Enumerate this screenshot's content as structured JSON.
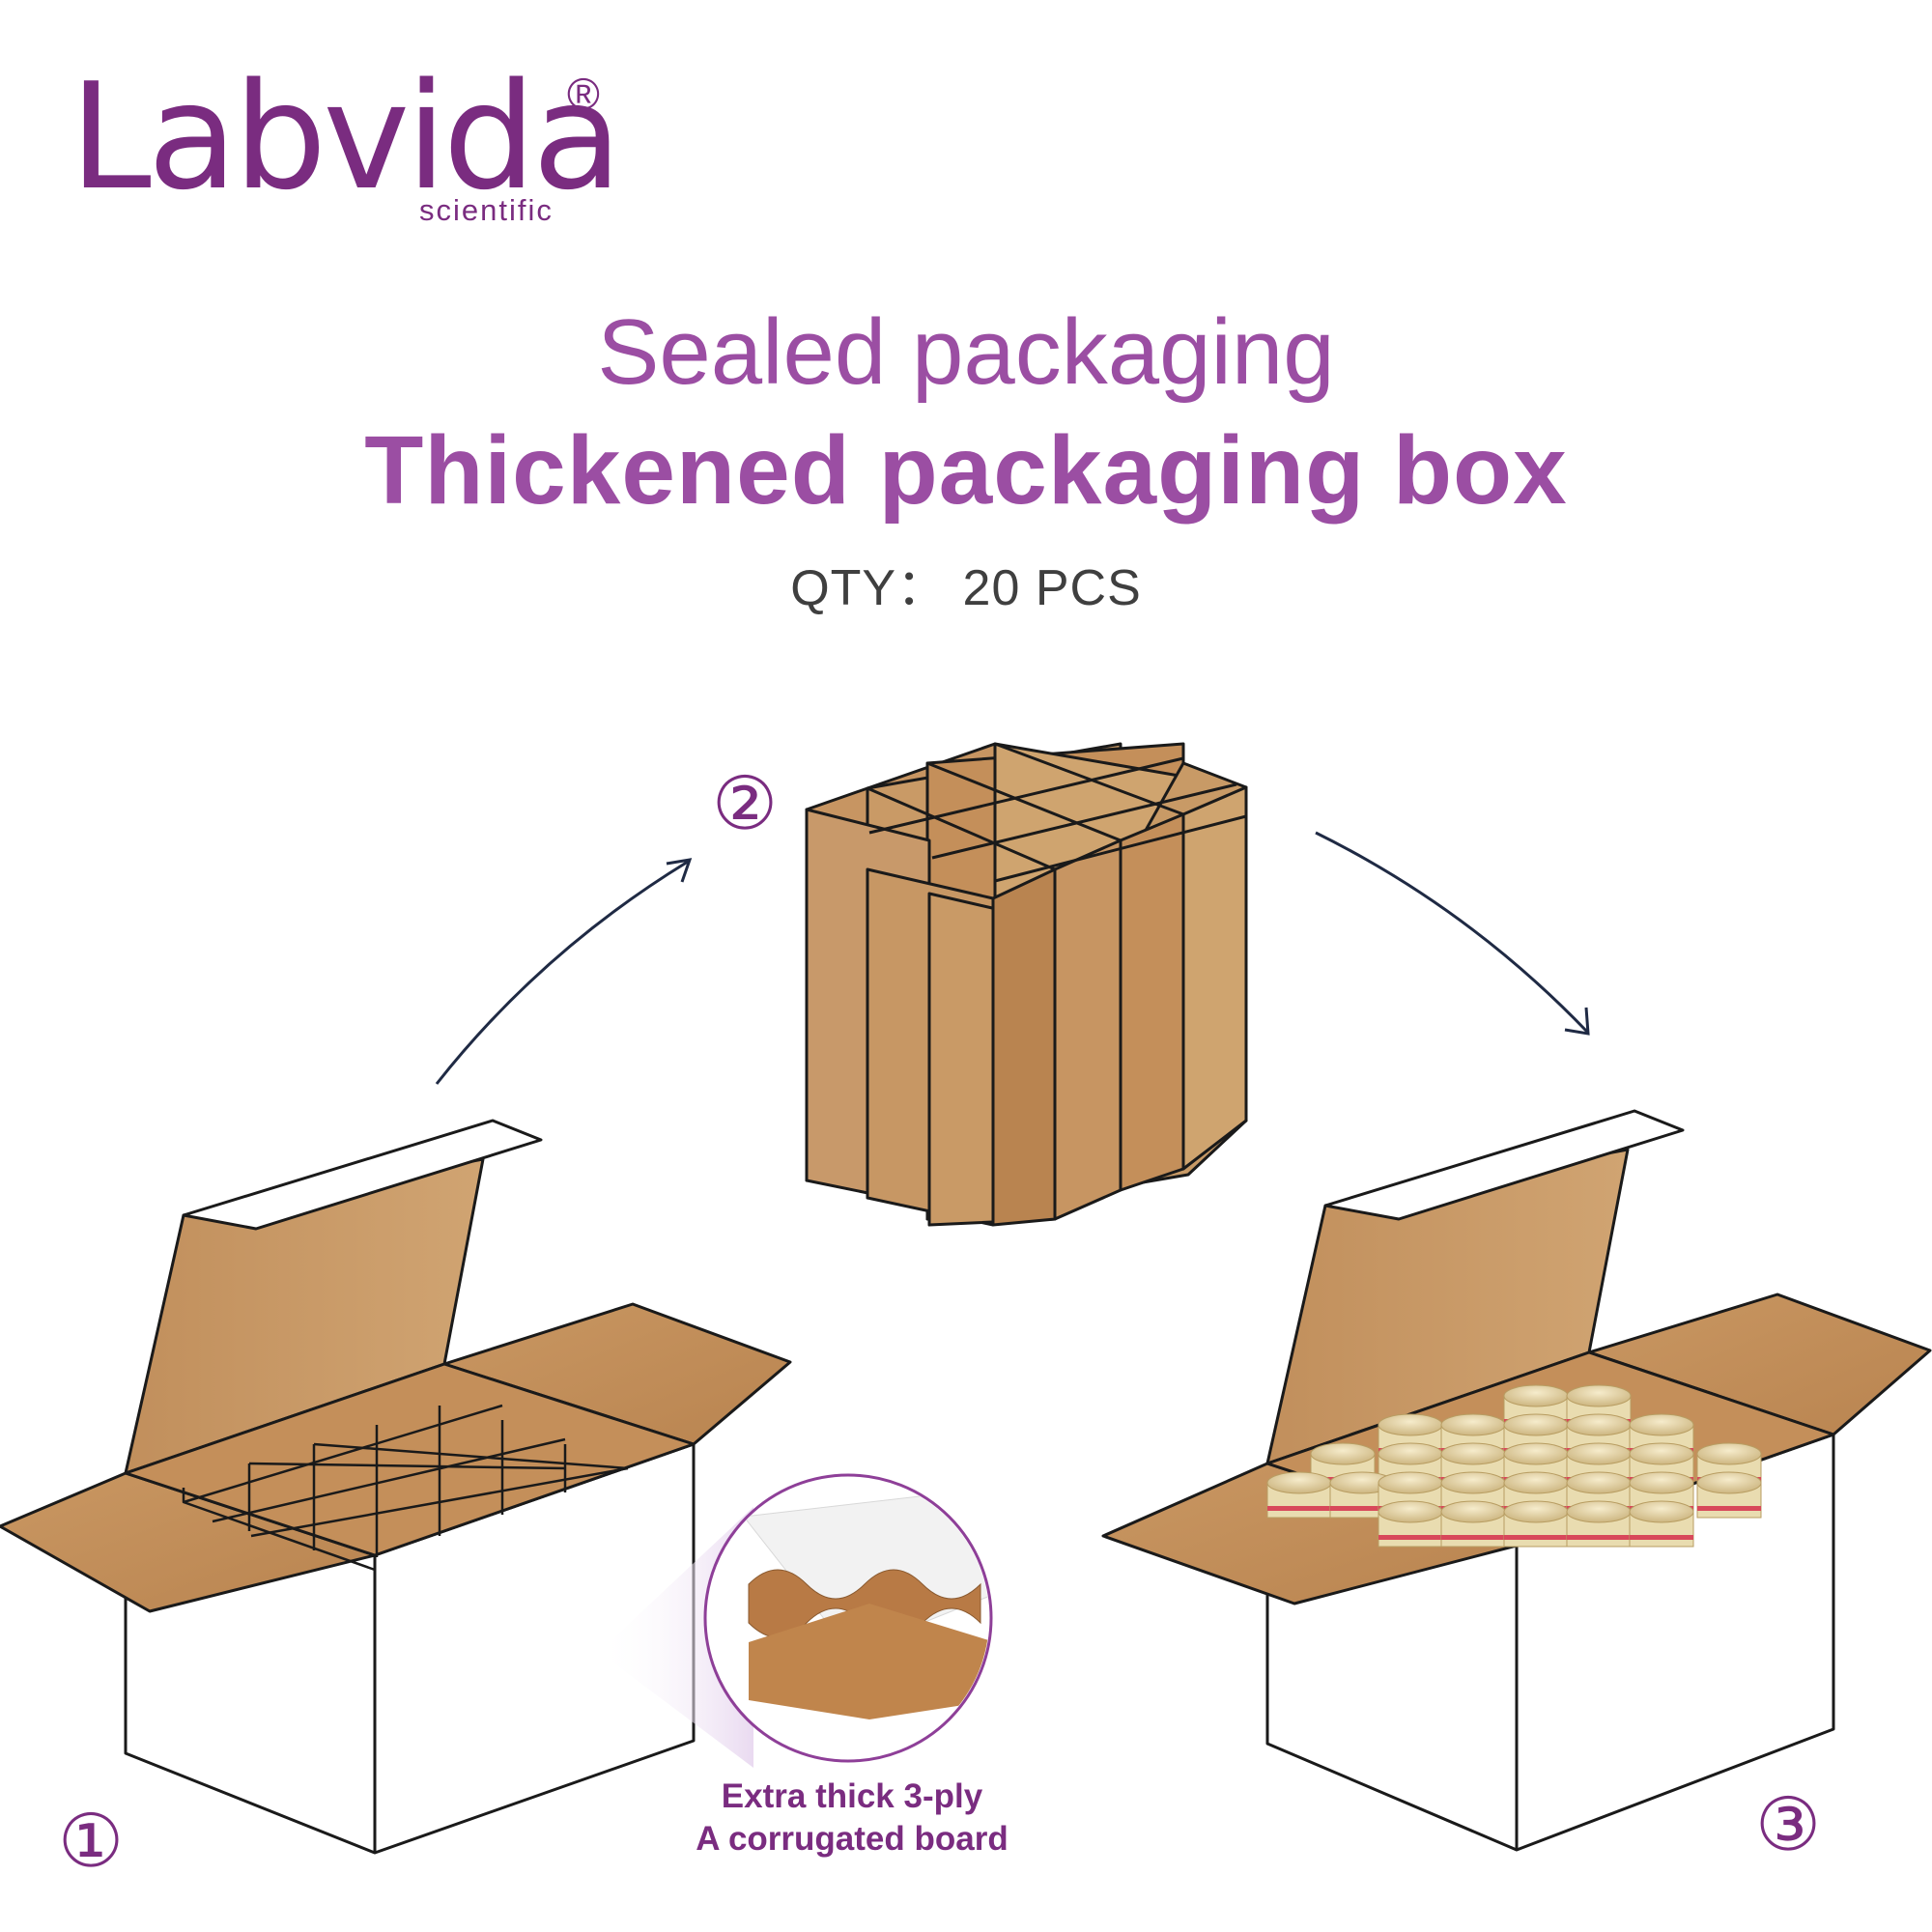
{
  "brand": {
    "name": "Labvida",
    "registered": "®",
    "tagline": "scientific"
  },
  "headline": {
    "line1": "Sealed packaging",
    "line2": "Thickened packaging box",
    "qty": "QTY： 20 PCS"
  },
  "steps": [
    "①",
    "②",
    "③"
  ],
  "callout": {
    "line1": "Extra thick 3-ply",
    "line2": "A corrugated board"
  },
  "colors": {
    "brand": "#7a2c80",
    "title": "#9b4ea3",
    "cardboard": "#c89a66",
    "outline": "#1a1a1a",
    "arrow": "#1f2a44"
  },
  "icons": [
    "open-box-empty-icon",
    "cardboard-divider-grid-icon",
    "open-box-with-vials-icon",
    "corrugated-board-detail-icon",
    "curved-arrow-icon"
  ]
}
